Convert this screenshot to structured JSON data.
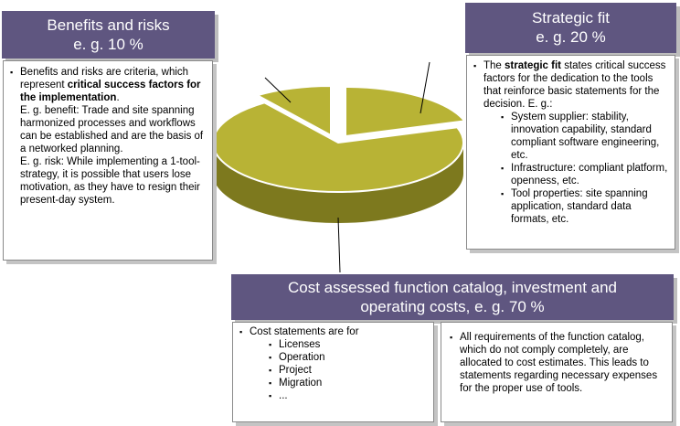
{
  "benefits": {
    "title": "Benefits and risks",
    "subtitle": "e. g. 10 %",
    "text_pre": "Benefits and risks are criteria, which represent ",
    "text_bold": "critical success factors for the implementation",
    "text_post": ".",
    "benefit": "E. g. benefit:  Trade and site spanning harmonized processes and workflows can be established and are the basis of a networked planning.",
    "risk": "E. g. risk:  While implementing a 1-tool-strategy, it is possible that users lose motivation, as they have to resign their present-day system."
  },
  "strategic": {
    "title": "Strategic fit",
    "subtitle": "e. g. 20 %",
    "text_pre": "The ",
    "text_bold": "strategic fit",
    "text_post": " states critical success factors for the dedication to the tools that reinforce basic statements for the decision.  E. g.:",
    "items": [
      "System supplier:  stability, innovation capability, standard compliant software engineering, etc.",
      "Infrastructure:  compliant platform, openness, etc.",
      "Tool properties:  site spanning application, standard data formats, etc."
    ]
  },
  "cost": {
    "title_line1": "Cost assessed function catalog, investment and",
    "title_line2": "operating costs, e. g. 70 %",
    "statements_label": "Cost statements are for",
    "items": [
      "Licenses",
      "Operation",
      "Project",
      "Migration",
      "..."
    ],
    "requirements": "All requirements of the function catalog, which do not comply completely, are allocated to cost estimates. This leads to statements regarding necessary expenses for the proper use of tools."
  },
  "chart_data": {
    "type": "pie",
    "categories": [
      "Benefits and risks",
      "Strategic fit",
      "Cost assessed function catalog, investment and operating costs"
    ],
    "values": [
      10,
      20,
      70
    ]
  },
  "colors": {
    "header_bg": "#5f5680",
    "pie_top": "#b8b335",
    "pie_side": "#7d791e",
    "pie_edge": "#ffffff"
  }
}
